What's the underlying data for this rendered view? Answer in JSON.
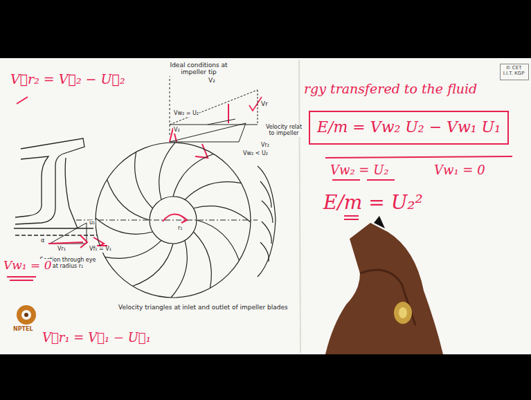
{
  "diagram": {
    "nodes": [
      {
        "text": [
          "© CET I.I.T. KGP"
        ]
      },
      {
        "text": [
          "E/m = Vw₂ U₂ − Vw₁ U₁"
        ]
      }
    ],
    "labels": [
      "V⃗r₂ = V⃗₂ − U⃗₂",
      "Ideal conditions at impeller tip",
      "V₂",
      "Vr",
      "Vw₂ = U₂",
      "V₂",
      "Velocity relat to impeller",
      "Vr₂",
      "Vw₂ < U₂",
      "u₁",
      "α",
      "Vr₁",
      "Vf₁ = V₁",
      "Section through eye at radius r₁",
      "r₁",
      "Velocity triangles at inlet and outlet of impeller blades",
      "rgy transfered to the fluid",
      "Vw₂ = U₂",
      "Vw₁ = 0",
      "E/m = U₂²",
      "Vw₁ = 0",
      "V⃗r₁ = V⃗₁ − U⃗₁",
      "NPTEL"
    ]
  }
}
